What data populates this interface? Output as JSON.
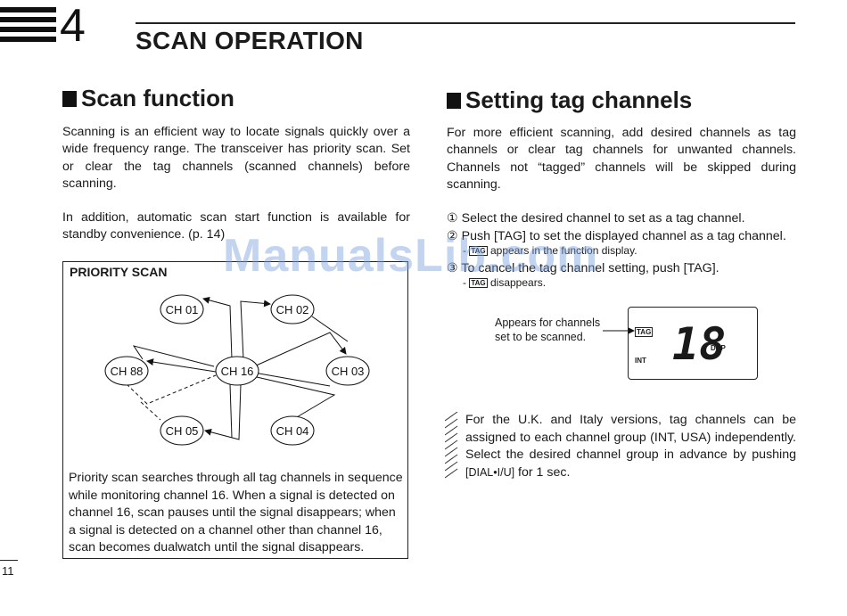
{
  "chapter": {
    "number": "4",
    "title": "SCAN OPERATION"
  },
  "scan_function": {
    "heading": "Scan function",
    "paragraph1": "Scanning is an efficient way to locate signals quickly over a wide frequency range. The transceiver has priority scan. Set or clear the tag channels (scanned channels) before scanning.",
    "paragraph2": "In addition, automatic scan start function is available for standby convenience. (p. 14)"
  },
  "priority_scan": {
    "title": "PRIORITY SCAN",
    "channels": [
      "CH 01",
      "CH 02",
      "CH 88",
      "CH 16",
      "CH 03",
      "CH 05",
      "CH 04"
    ],
    "description": "Priority scan searches through all tag channels in sequence while monitoring channel 16. When a signal is detected on channel 16, scan pauses until the signal disappears; when a signal is detected on a channel other than channel 16, scan becomes dualwatch until the signal disappears."
  },
  "tag_channels": {
    "heading": "Setting tag channels",
    "paragraph": "For more efficient scanning, add desired channels as tag channels or clear tag channels for unwanted channels. Channels not “tagged” channels will be skipped during scanning.",
    "step1": "① Select the desired channel to set as a tag channel.",
    "step2": "② Push [TAG] to set the displayed channel as a tag channel.",
    "step2_sub_text": "appears in the function display.",
    "step3": "③ To cancel the tag channel setting, push [TAG].",
    "step3_sub_text": "disappears.",
    "tag_icon": "TAG",
    "dash": "-"
  },
  "lcd_callout": {
    "line1": "Appears for channels",
    "line2": "set to be scanned.",
    "tag_label": "TAG",
    "int_label": "INT",
    "dup_label": "DUP",
    "channel_digits": "18"
  },
  "note": {
    "text_main": "For the U.K. and Italy versions, tag channels can be assigned to each channel group (INT, USA) independently. Select the desired channel group in advance by pushing ",
    "text_key": "[DIAL•I/U]",
    "text_end": " for 1 sec."
  },
  "watermark": "ManualsLib.com",
  "page_number": "11"
}
